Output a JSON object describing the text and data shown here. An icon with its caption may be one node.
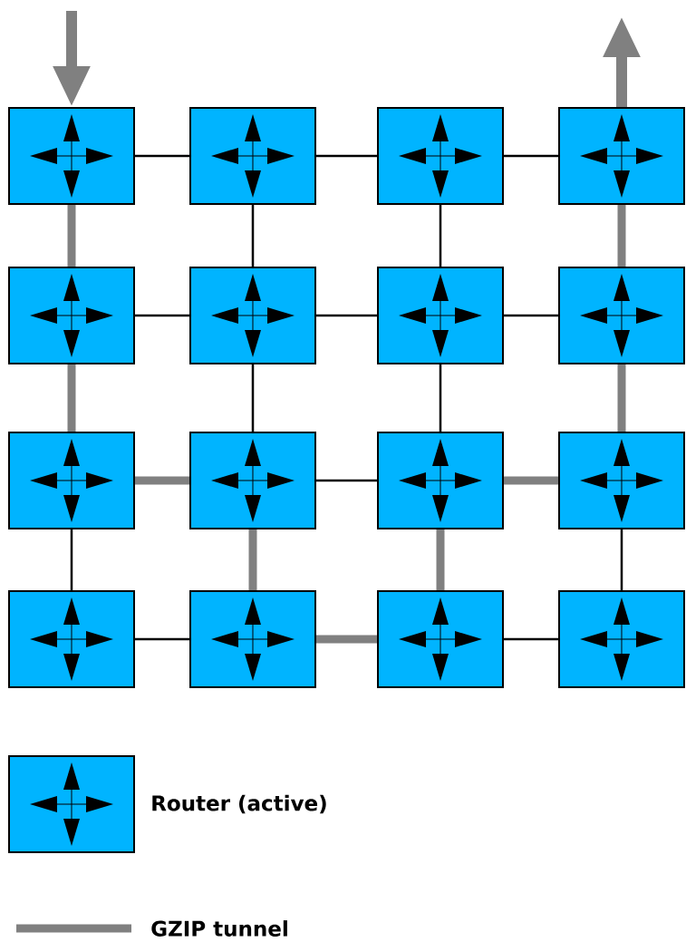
{
  "diagram": {
    "nodes": [
      {
        "text": [],
        "shape": "box"
      },
      {
        "text": [],
        "shape": "box"
      },
      {
        "text": [],
        "shape": "box"
      },
      {
        "text": [],
        "shape": "box"
      },
      {
        "text": [],
        "shape": "box"
      },
      {
        "text": [],
        "shape": "box"
      },
      {
        "text": [],
        "shape": "box"
      },
      {
        "text": [],
        "shape": "box"
      },
      {
        "text": [],
        "shape": "box"
      },
      {
        "text": [],
        "shape": "box"
      },
      {
        "text": [],
        "shape": "box"
      },
      {
        "text": [],
        "shape": "box"
      },
      {
        "text": [],
        "shape": "box"
      },
      {
        "text": [],
        "shape": "box"
      },
      {
        "text": [],
        "shape": "box"
      },
      {
        "text": [],
        "shape": "box"
      }
    ],
    "edges": [
      {
        "from": null,
        "to": 0,
        "arrow": "to",
        "style": "thick",
        "color": "#808080"
      },
      {
        "from": 3,
        "to": null,
        "arrow": "to",
        "style": "thick",
        "color": "#808080"
      },
      {
        "from": 0,
        "to": 1,
        "arrow": "none"
      },
      {
        "from": 1,
        "to": 2,
        "arrow": "none"
      },
      {
        "from": 2,
        "to": 3,
        "arrow": "none"
      },
      {
        "from": 4,
        "to": 5,
        "arrow": "none"
      },
      {
        "from": 5,
        "to": 6,
        "arrow": "none"
      },
      {
        "from": 6,
        "to": 7,
        "arrow": "none"
      },
      {
        "from": 8,
        "to": 9,
        "arrow": "none",
        "style": "thick",
        "color": "#808080"
      },
      {
        "from": 9,
        "to": 10,
        "arrow": "none"
      },
      {
        "from": 10,
        "to": 11,
        "arrow": "none",
        "style": "thick",
        "color": "#808080"
      },
      {
        "from": 12,
        "to": 13,
        "arrow": "none"
      },
      {
        "from": 13,
        "to": 14,
        "arrow": "none",
        "style": "thick",
        "color": "#808080"
      },
      {
        "from": 14,
        "to": 15,
        "arrow": "none"
      },
      {
        "from": 0,
        "to": 4,
        "arrow": "none",
        "style": "thick",
        "color": "#808080"
      },
      {
        "from": 4,
        "to": 8,
        "arrow": "none",
        "style": "thick",
        "color": "#808080"
      },
      {
        "from": 8,
        "to": 12,
        "arrow": "none"
      },
      {
        "from": 1,
        "to": 5,
        "arrow": "none"
      },
      {
        "from": 5,
        "to": 9,
        "arrow": "none"
      },
      {
        "from": 9,
        "to": 13,
        "arrow": "none",
        "style": "thick",
        "color": "#808080"
      },
      {
        "from": 2,
        "to": 6,
        "arrow": "none"
      },
      {
        "from": 6,
        "to": 10,
        "arrow": "none"
      },
      {
        "from": 10,
        "to": 14,
        "arrow": "none",
        "style": "thick",
        "color": "#808080"
      },
      {
        "from": 3,
        "to": 7,
        "arrow": "none",
        "style": "thick",
        "color": "#808080"
      },
      {
        "from": 7,
        "to": 11,
        "arrow": "none",
        "style": "thick",
        "color": "#808080"
      },
      {
        "from": 11,
        "to": 15,
        "arrow": "none"
      }
    ],
    "legend": [
      {
        "text": "Router (active)"
      },
      {
        "text": "GZIP tunnel"
      }
    ]
  }
}
